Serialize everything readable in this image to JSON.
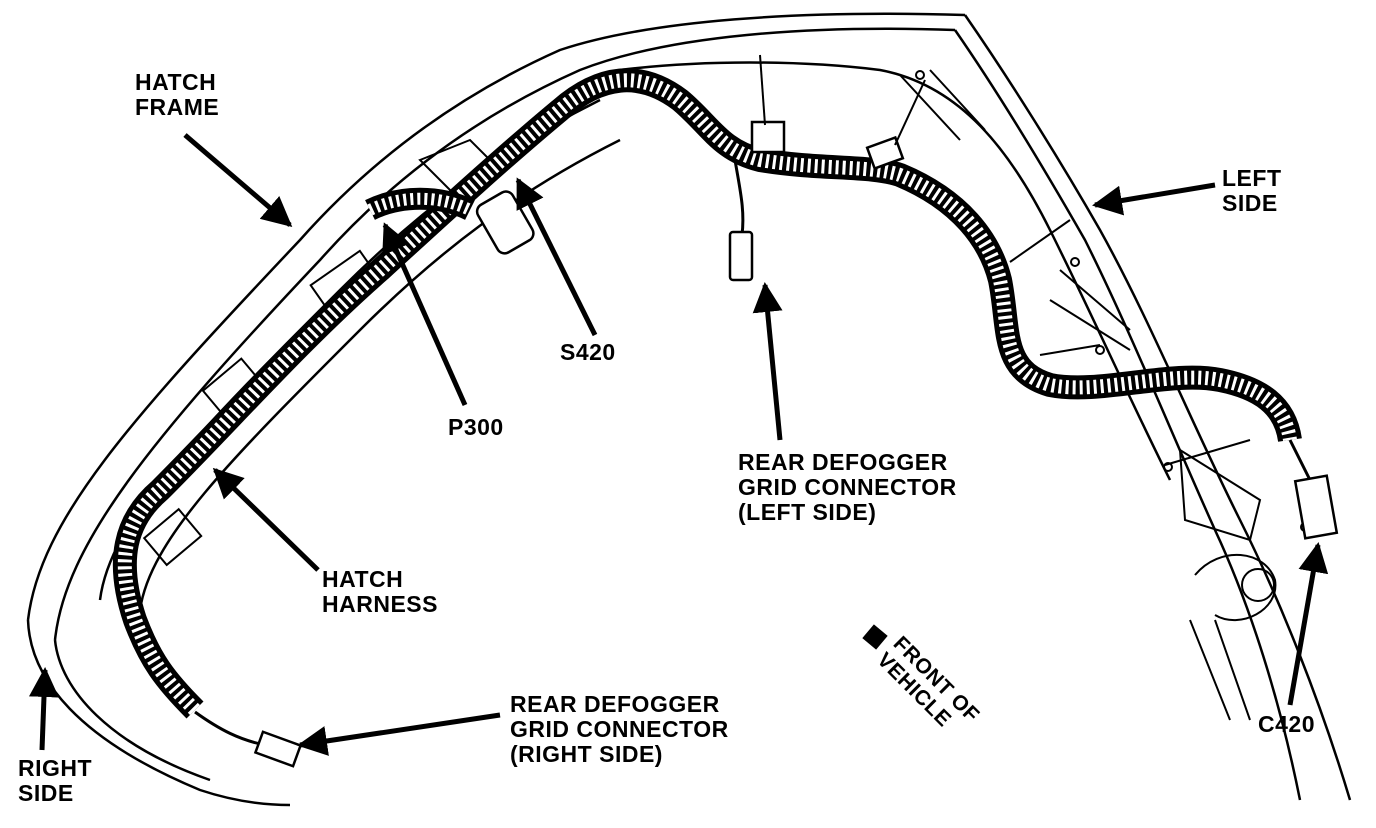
{
  "labels": {
    "hatch_frame": [
      "HATCH",
      "FRAME"
    ],
    "left_side": [
      "LEFT",
      "SIDE"
    ],
    "s420": "S420",
    "p300": "P300",
    "rear_defogger_left": [
      "REAR DEFOGGER",
      "GRID CONNECTOR",
      "(LEFT SIDE)"
    ],
    "hatch_harness": [
      "HATCH",
      "HARNESS"
    ],
    "front_of_vehicle": [
      "FRONT OF",
      "VEHICLE"
    ],
    "rear_defogger_right": [
      "REAR DEFOGGER",
      "GRID CONNECTOR",
      "(RIGHT SIDE)"
    ],
    "c420": "C420",
    "right_side": [
      "RIGHT",
      "SIDE"
    ]
  },
  "colors": {
    "ink": "#000000",
    "paper": "#ffffff"
  }
}
